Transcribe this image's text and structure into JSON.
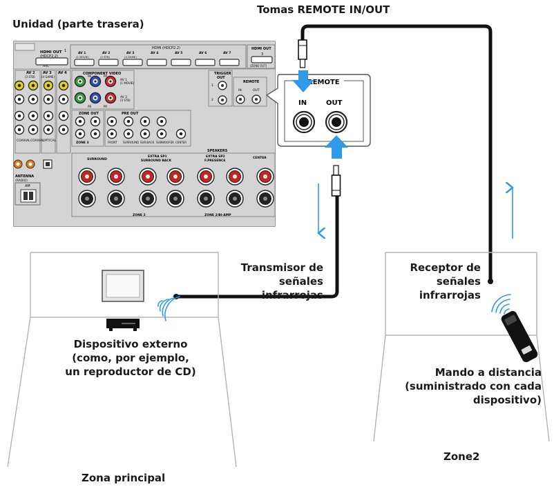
{
  "labels": {
    "unit_rear": "Unidad (parte trasera)",
    "remote_jacks": "Tomas REMOTE IN/OUT",
    "ir_transmitter": [
      "Transmisor de",
      "señales infrarrojas"
    ],
    "ir_receiver": [
      "Receptor de",
      "señales",
      "infrarrojas"
    ],
    "external_device": [
      "Dispositivo externo",
      "(como, por ejemplo,",
      "un reproductor de CD)"
    ],
    "remote_control": [
      "Mando a distancia",
      "(suministrado con cada",
      "dispositivo)"
    ],
    "main_zone": "Zona principal",
    "zone2": "Zone2"
  },
  "callout": {
    "title": "REMOTE",
    "in": "IN",
    "out": "OUT"
  },
  "panel": {
    "hdmi_group": "HDMI (HDCP2.2)",
    "hdmi_out": [
      "HDMI OUT",
      "(HDCP2.2)"
    ],
    "hdmi_out_arc": "ARC",
    "hdmi_out_num": "1",
    "hdmi_inputs": [
      "AV 1",
      "AV 2",
      "AV 3",
      "AV 4",
      "AV 5",
      "AV 6",
      "AV 7"
    ],
    "hdmi_sub": [
      "(1 MOVIE)",
      "(2 STB)",
      "(4 GAME)"
    ],
    "hdmi_out3": [
      "HDMI OUT",
      "3",
      "(ZONE OUT)"
    ],
    "av_labels": [
      "AV 2",
      "AV 3",
      "AV 4"
    ],
    "av_sub": [
      "(3 STB)",
      "(4 GAME)"
    ],
    "component_video": "COMPONENT VIDEO",
    "comp_av": [
      "AV 1",
      "(1 MOVIE)",
      "AV 2",
      "(3 STB)"
    ],
    "comp_ports": [
      "PB",
      "PR",
      "PB",
      "PR"
    ],
    "trigger_out": [
      "TRIGGER",
      "OUT"
    ],
    "trigger_nums": [
      "1",
      "2"
    ],
    "remote_small": "REMOTE",
    "remote_small_ports": [
      "IN",
      "OUT"
    ],
    "zone_out": "ZONE OUT",
    "zone3": "ZONE 3",
    "pre_out": "PRE OUT",
    "pre_out_ports": [
      "FRONT",
      "SURROUND",
      "SUR.BACK",
      "SUBWOOFER",
      "CENTER"
    ],
    "coaxial": "COAXIAL",
    "optical": "OPTICAL",
    "antenna": "ANTENNA",
    "radio": "(RADIO)",
    "am": "AM",
    "speakers": "SPEAKERS",
    "surround": "SURROUND",
    "extra_sp1": [
      "EXTRA SP1",
      "SURROUND BACK"
    ],
    "extra_sp2": [
      "EXTRA SP2",
      "F.PRESENCE"
    ],
    "center": "CENTER",
    "zone2_label": "ZONE 2",
    "zone2_biamp": "ZONE 2/BI-AMP"
  },
  "colors": {
    "arrow_blue": "#2f9be8",
    "panel_gray": "#d4d4d4",
    "cable": "#111111",
    "room_line": "#b4b4b4"
  }
}
